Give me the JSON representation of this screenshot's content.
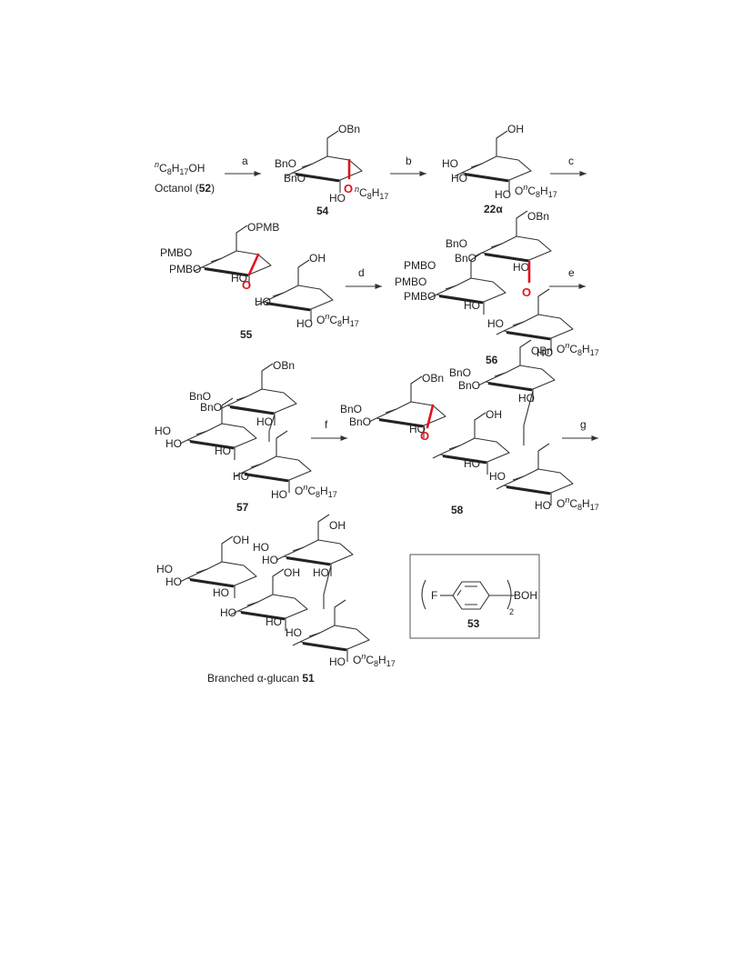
{
  "steps": {
    "a": "a",
    "b": "b",
    "c": "c",
    "d": "d",
    "e": "e",
    "f": "f",
    "g": "g"
  },
  "compounds": {
    "c52": {
      "formula_prefix": "n",
      "formula": "C8H17OH",
      "name": "Octanol",
      "label": "52"
    },
    "c54": {
      "label": "54"
    },
    "c22": {
      "label": "22α"
    },
    "c55": {
      "label": "55"
    },
    "c56": {
      "label": "56"
    },
    "c57": {
      "label": "57"
    },
    "c58": {
      "label": "58"
    },
    "c51": {
      "name": "Branched α-glucan",
      "label": "51"
    },
    "c53": {
      "label": "53",
      "F": "F",
      "BOH": "BOH",
      "sub": "2"
    }
  },
  "groups": {
    "OBn": "OBn",
    "BnO": "BnO",
    "HO": "HO",
    "OH": "OH",
    "O": "O",
    "OPMB": "OPMB",
    "PMBO": "PMBO",
    "OR": "On-C8H17"
  }
}
